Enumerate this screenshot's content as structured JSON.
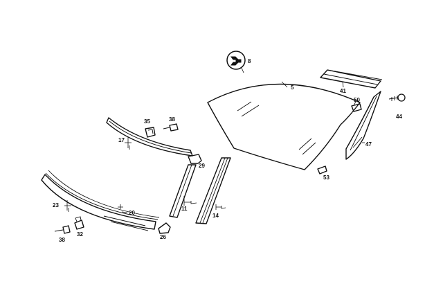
{
  "diagram": {
    "labels": {
      "p5": "5",
      "p8": "8",
      "p11": "11",
      "p14": "14",
      "p17": "17",
      "p20": "20",
      "p23": "23",
      "p26": "26",
      "p29": "29",
      "p32": "32",
      "p35": "35",
      "p38a": "38",
      "p38b": "38",
      "p41": "41",
      "p44": "44",
      "p47": "47",
      "p50": "50",
      "p53": "53"
    },
    "icons": {
      "wrench": "wrench-icon"
    }
  }
}
